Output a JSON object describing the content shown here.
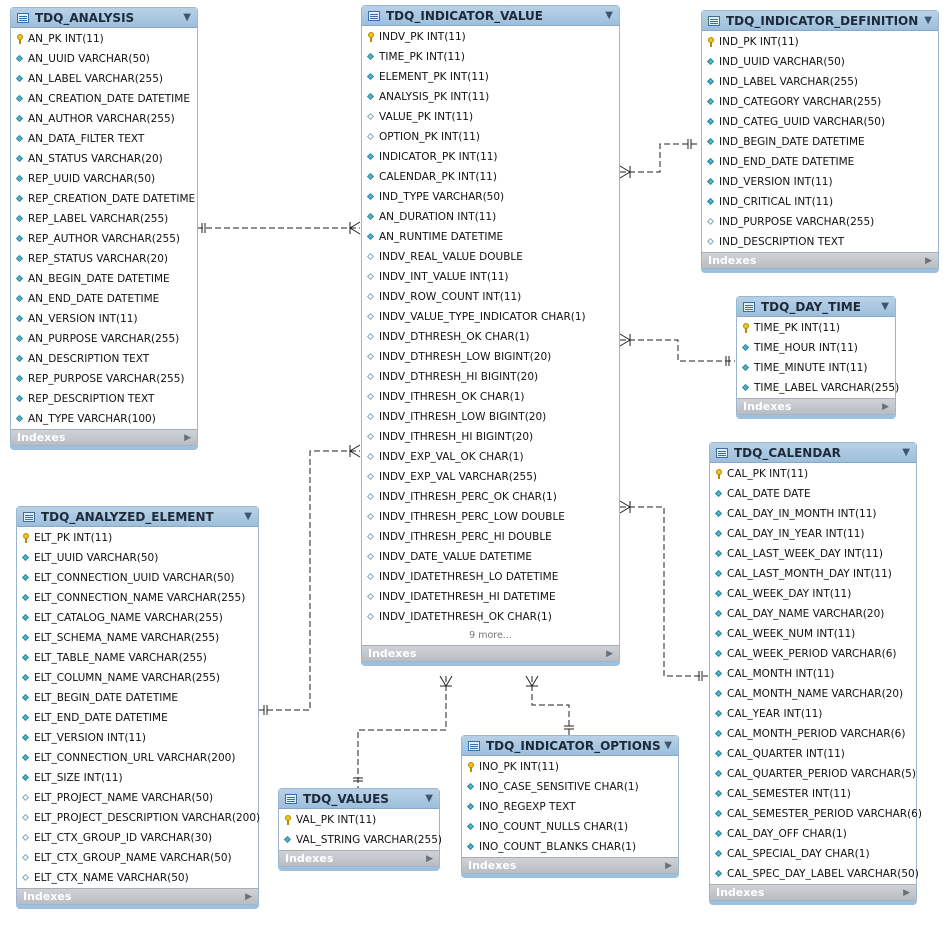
{
  "tables": {
    "analysis": {
      "name": "TDQ_ANALYSIS",
      "columns": [
        {
          "t": "pk",
          "label": "AN_PK INT(11)"
        },
        {
          "t": "nn",
          "label": "AN_UUID VARCHAR(50)"
        },
        {
          "t": "nn",
          "label": "AN_LABEL VARCHAR(255)"
        },
        {
          "t": "nn",
          "label": "AN_CREATION_DATE DATETIME"
        },
        {
          "t": "nn",
          "label": "AN_AUTHOR VARCHAR(255)"
        },
        {
          "t": "nn",
          "label": "AN_DATA_FILTER TEXT"
        },
        {
          "t": "nn",
          "label": "AN_STATUS VARCHAR(20)"
        },
        {
          "t": "nn",
          "label": "REP_UUID VARCHAR(50)"
        },
        {
          "t": "nn",
          "label": "REP_CREATION_DATE DATETIME"
        },
        {
          "t": "nn",
          "label": "REP_LABEL VARCHAR(255)"
        },
        {
          "t": "nn",
          "label": "REP_AUTHOR VARCHAR(255)"
        },
        {
          "t": "nn",
          "label": "REP_STATUS VARCHAR(20)"
        },
        {
          "t": "nn",
          "label": "AN_BEGIN_DATE DATETIME"
        },
        {
          "t": "nn",
          "label": "AN_END_DATE DATETIME"
        },
        {
          "t": "nn",
          "label": "AN_VERSION INT(11)"
        },
        {
          "t": "nn",
          "label": "AN_PURPOSE VARCHAR(255)"
        },
        {
          "t": "nn",
          "label": "AN_DESCRIPTION TEXT"
        },
        {
          "t": "nn",
          "label": "REP_PURPOSE VARCHAR(255)"
        },
        {
          "t": "nn",
          "label": "REP_DESCRIPTION TEXT"
        },
        {
          "t": "nn",
          "label": "AN_TYPE VARCHAR(100)"
        }
      ],
      "footer": "Indexes"
    },
    "indicator_value": {
      "name": "TDQ_INDICATOR_VALUE",
      "columns": [
        {
          "t": "pk",
          "label": "INDV_PK INT(11)"
        },
        {
          "t": "nn",
          "label": "TIME_PK INT(11)"
        },
        {
          "t": "nn",
          "label": "ELEMENT_PK INT(11)"
        },
        {
          "t": "nn",
          "label": "ANALYSIS_PK INT(11)"
        },
        {
          "t": "opt",
          "label": "VALUE_PK INT(11)"
        },
        {
          "t": "opt",
          "label": "OPTION_PK INT(11)"
        },
        {
          "t": "nn",
          "label": "INDICATOR_PK INT(11)"
        },
        {
          "t": "nn",
          "label": "CALENDAR_PK INT(11)"
        },
        {
          "t": "nn",
          "label": "IND_TYPE VARCHAR(50)"
        },
        {
          "t": "nn",
          "label": "AN_DURATION INT(11)"
        },
        {
          "t": "nn",
          "label": "AN_RUNTIME DATETIME"
        },
        {
          "t": "opt",
          "label": "INDV_REAL_VALUE DOUBLE"
        },
        {
          "t": "opt",
          "label": "INDV_INT_VALUE INT(11)"
        },
        {
          "t": "opt",
          "label": "INDV_ROW_COUNT INT(11)"
        },
        {
          "t": "opt",
          "label": "INDV_VALUE_TYPE_INDICATOR CHAR(1)"
        },
        {
          "t": "opt",
          "label": "INDV_DTHRESH_OK CHAR(1)"
        },
        {
          "t": "opt",
          "label": "INDV_DTHRESH_LOW BIGINT(20)"
        },
        {
          "t": "opt",
          "label": "INDV_DTHRESH_HI BIGINT(20)"
        },
        {
          "t": "opt",
          "label": "INDV_ITHRESH_OK CHAR(1)"
        },
        {
          "t": "opt",
          "label": "INDV_ITHRESH_LOW BIGINT(20)"
        },
        {
          "t": "opt",
          "label": "INDV_ITHRESH_HI BIGINT(20)"
        },
        {
          "t": "opt",
          "label": "INDV_EXP_VAL_OK CHAR(1)"
        },
        {
          "t": "opt",
          "label": "INDV_EXP_VAL VARCHAR(255)"
        },
        {
          "t": "opt",
          "label": "INDV_ITHRESH_PERC_OK CHAR(1)"
        },
        {
          "t": "opt",
          "label": "INDV_ITHRESH_PERC_LOW DOUBLE"
        },
        {
          "t": "opt",
          "label": "INDV_ITHRESH_PERC_HI DOUBLE"
        },
        {
          "t": "opt",
          "label": "INDV_DATE_VALUE DATETIME"
        },
        {
          "t": "opt",
          "label": "INDV_IDATETHRESH_LO DATETIME"
        },
        {
          "t": "opt",
          "label": "INDV_IDATETHRESH_HI DATETIME"
        },
        {
          "t": "opt",
          "label": "INDV_IDATETHRESH_OK CHAR(1)"
        }
      ],
      "more": "9 more...",
      "footer": "Indexes"
    },
    "indicator_definition": {
      "name": "TDQ_INDICATOR_DEFINITION",
      "columns": [
        {
          "t": "pk",
          "label": "IND_PK INT(11)"
        },
        {
          "t": "nn",
          "label": "IND_UUID VARCHAR(50)"
        },
        {
          "t": "nn",
          "label": "IND_LABEL VARCHAR(255)"
        },
        {
          "t": "nn",
          "label": "IND_CATEGORY VARCHAR(255)"
        },
        {
          "t": "nn",
          "label": "IND_CATEG_UUID VARCHAR(50)"
        },
        {
          "t": "nn",
          "label": "IND_BEGIN_DATE DATETIME"
        },
        {
          "t": "nn",
          "label": "IND_END_DATE DATETIME"
        },
        {
          "t": "nn",
          "label": "IND_VERSION INT(11)"
        },
        {
          "t": "nn",
          "label": "IND_CRITICAL INT(11)"
        },
        {
          "t": "opt",
          "label": "IND_PURPOSE VARCHAR(255)"
        },
        {
          "t": "opt",
          "label": "IND_DESCRIPTION TEXT"
        }
      ],
      "footer": "Indexes"
    },
    "day_time": {
      "name": "TDQ_DAY_TIME",
      "columns": [
        {
          "t": "pk",
          "label": "TIME_PK INT(11)"
        },
        {
          "t": "nn",
          "label": "TIME_HOUR INT(11)"
        },
        {
          "t": "nn",
          "label": "TIME_MINUTE INT(11)"
        },
        {
          "t": "nn",
          "label": "TIME_LABEL VARCHAR(255)"
        }
      ],
      "footer": "Indexes"
    },
    "calendar": {
      "name": "TDQ_CALENDAR",
      "columns": [
        {
          "t": "pk",
          "label": "CAL_PK INT(11)"
        },
        {
          "t": "nn",
          "label": "CAL_DATE DATE"
        },
        {
          "t": "nn",
          "label": "CAL_DAY_IN_MONTH INT(11)"
        },
        {
          "t": "nn",
          "label": "CAL_DAY_IN_YEAR INT(11)"
        },
        {
          "t": "nn",
          "label": "CAL_LAST_WEEK_DAY INT(11)"
        },
        {
          "t": "nn",
          "label": "CAL_LAST_MONTH_DAY INT(11)"
        },
        {
          "t": "nn",
          "label": "CAL_WEEK_DAY INT(11)"
        },
        {
          "t": "nn",
          "label": "CAL_DAY_NAME VARCHAR(20)"
        },
        {
          "t": "nn",
          "label": "CAL_WEEK_NUM INT(11)"
        },
        {
          "t": "nn",
          "label": "CAL_WEEK_PERIOD VARCHAR(6)"
        },
        {
          "t": "nn",
          "label": "CAL_MONTH INT(11)"
        },
        {
          "t": "nn",
          "label": "CAL_MONTH_NAME VARCHAR(20)"
        },
        {
          "t": "nn",
          "label": "CAL_YEAR INT(11)"
        },
        {
          "t": "nn",
          "label": "CAL_MONTH_PERIOD VARCHAR(6)"
        },
        {
          "t": "nn",
          "label": "CAL_QUARTER INT(11)"
        },
        {
          "t": "nn",
          "label": "CAL_QUARTER_PERIOD VARCHAR(5)"
        },
        {
          "t": "nn",
          "label": "CAL_SEMESTER INT(11)"
        },
        {
          "t": "nn",
          "label": "CAL_SEMESTER_PERIOD VARCHAR(6)"
        },
        {
          "t": "nn",
          "label": "CAL_DAY_OFF CHAR(1)"
        },
        {
          "t": "nn",
          "label": "CAL_SPECIAL_DAY CHAR(1)"
        },
        {
          "t": "nn",
          "label": "CAL_SPEC_DAY_LABEL VARCHAR(50)"
        }
      ],
      "footer": "Indexes"
    },
    "analyzed_element": {
      "name": "TDQ_ANALYZED_ELEMENT",
      "columns": [
        {
          "t": "pk",
          "label": "ELT_PK INT(11)"
        },
        {
          "t": "nn",
          "label": "ELT_UUID VARCHAR(50)"
        },
        {
          "t": "nn",
          "label": "ELT_CONNECTION_UUID VARCHAR(50)"
        },
        {
          "t": "nn",
          "label": "ELT_CONNECTION_NAME VARCHAR(255)"
        },
        {
          "t": "nn",
          "label": "ELT_CATALOG_NAME VARCHAR(255)"
        },
        {
          "t": "nn",
          "label": "ELT_SCHEMA_NAME VARCHAR(255)"
        },
        {
          "t": "nn",
          "label": "ELT_TABLE_NAME VARCHAR(255)"
        },
        {
          "t": "nn",
          "label": "ELT_COLUMN_NAME VARCHAR(255)"
        },
        {
          "t": "nn",
          "label": "ELT_BEGIN_DATE DATETIME"
        },
        {
          "t": "nn",
          "label": "ELT_END_DATE DATETIME"
        },
        {
          "t": "nn",
          "label": "ELT_VERSION INT(11)"
        },
        {
          "t": "nn",
          "label": "ELT_CONNECTION_URL VARCHAR(200)"
        },
        {
          "t": "nn",
          "label": "ELT_SIZE INT(11)"
        },
        {
          "t": "opt",
          "label": "ELT_PROJECT_NAME VARCHAR(50)"
        },
        {
          "t": "opt",
          "label": "ELT_PROJECT_DESCRIPTION VARCHAR(200)"
        },
        {
          "t": "opt",
          "label": "ELT_CTX_GROUP_ID VARCHAR(30)"
        },
        {
          "t": "opt",
          "label": "ELT_CTX_GROUP_NAME VARCHAR(50)"
        },
        {
          "t": "opt",
          "label": "ELT_CTX_NAME VARCHAR(50)"
        }
      ],
      "footer": "Indexes"
    },
    "values": {
      "name": "TDQ_VALUES",
      "columns": [
        {
          "t": "pk",
          "label": "VAL_PK INT(11)"
        },
        {
          "t": "nn",
          "label": "VAL_STRING VARCHAR(255)"
        }
      ],
      "footer": "Indexes"
    },
    "indicator_options": {
      "name": "TDQ_INDICATOR_OPTIONS",
      "columns": [
        {
          "t": "pk",
          "label": "INO_PK INT(11)"
        },
        {
          "t": "nn",
          "label": "INO_CASE_SENSITIVE CHAR(1)"
        },
        {
          "t": "nn",
          "label": "INO_REGEXP TEXT"
        },
        {
          "t": "nn",
          "label": "INO_COUNT_NULLS CHAR(1)"
        },
        {
          "t": "nn",
          "label": "INO_COUNT_BLANKS CHAR(1)"
        }
      ],
      "footer": "Indexes"
    }
  },
  "colors": {
    "header": "#a9c7e2",
    "line": "#222222",
    "nn_marker": "#55b4c9",
    "pk_marker": "#f2c21a"
  }
}
